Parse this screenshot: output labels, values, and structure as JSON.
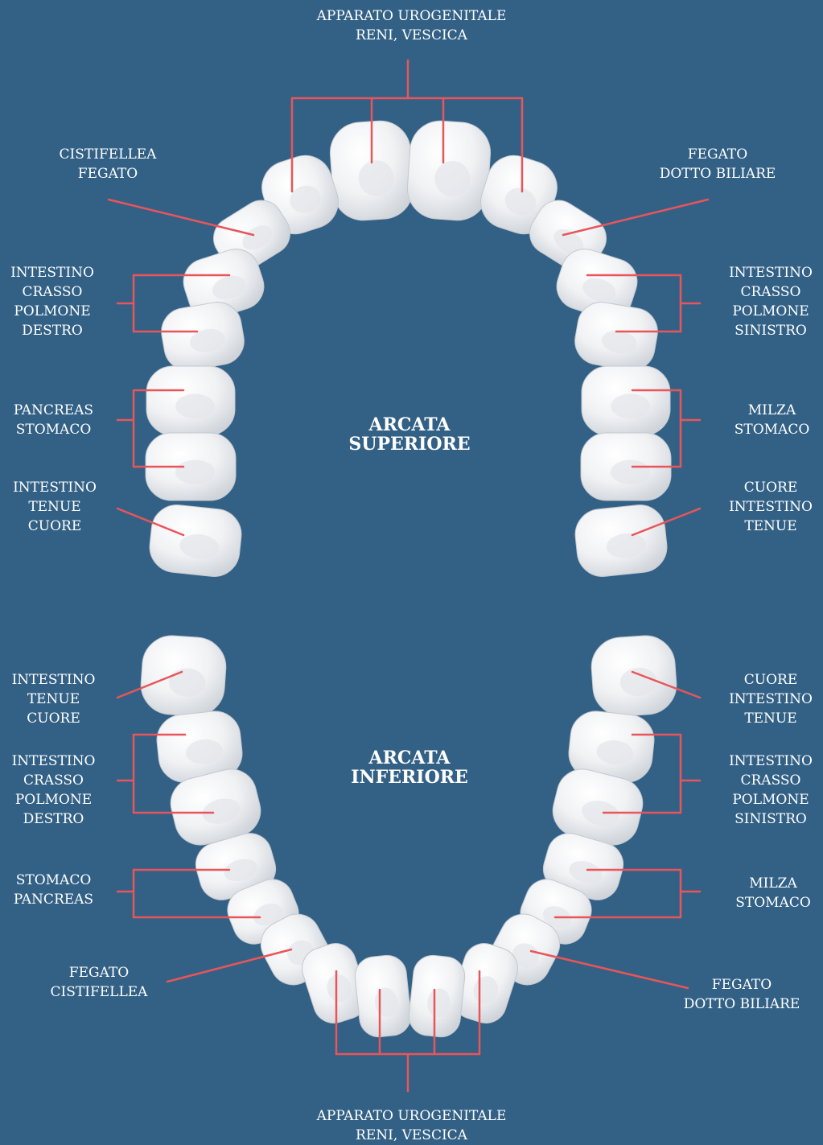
{
  "colors": {
    "background": "#336186",
    "leader_line": "#e8555a",
    "tooth": "#ffffff",
    "text": "#ffffff"
  },
  "upper_arch": {
    "title": [
      "ARCATA",
      "SUPERIORE"
    ],
    "labels": {
      "incisors": [
        "APPARATO UROGENITALE",
        "RENI, VESCICA"
      ],
      "left_canine": [
        "CISTIFELLEA",
        "FEGATO"
      ],
      "right_canine": [
        "FEGATO",
        "DOTTO BILIARE"
      ],
      "left_premolars": [
        "INTESTINO",
        "CRASSO",
        "POLMONE",
        "DESTRO"
      ],
      "right_premolars": [
        "INTESTINO",
        "CRASSO",
        "POLMONE",
        "SINISTRO"
      ],
      "left_molars": [
        "PANCREAS",
        "STOMACO"
      ],
      "right_molars": [
        "MILZA",
        "STOMACO"
      ],
      "left_third_molar": [
        "INTESTINO",
        "TENUE",
        "CUORE"
      ],
      "right_third_molar": [
        "CUORE",
        "INTESTINO",
        "TENUE"
      ]
    }
  },
  "lower_arch": {
    "title": [
      "ARCATA",
      "INFERIORE"
    ],
    "labels": {
      "left_third_molar": [
        "INTESTINO",
        "TENUE",
        "CUORE"
      ],
      "right_third_molar": [
        "CUORE",
        "INTESTINO",
        "TENUE"
      ],
      "left_molars": [
        "INTESTINO",
        "CRASSO",
        "POLMONE",
        "DESTRO"
      ],
      "right_molars": [
        "INTESTINO",
        "CRASSO",
        "POLMONE",
        "SINISTRO"
      ],
      "left_premolars": [
        "STOMACO",
        "PANCREAS"
      ],
      "right_premolars": [
        "MILZA",
        "STOMACO"
      ],
      "left_canine": [
        "FEGATO",
        "CISTIFELLEA"
      ],
      "right_canine": [
        "FEGATO",
        "DOTTO BILIARE"
      ],
      "incisors": [
        "APPARATO UROGENITALE",
        "RENI, VESCICA"
      ]
    }
  }
}
